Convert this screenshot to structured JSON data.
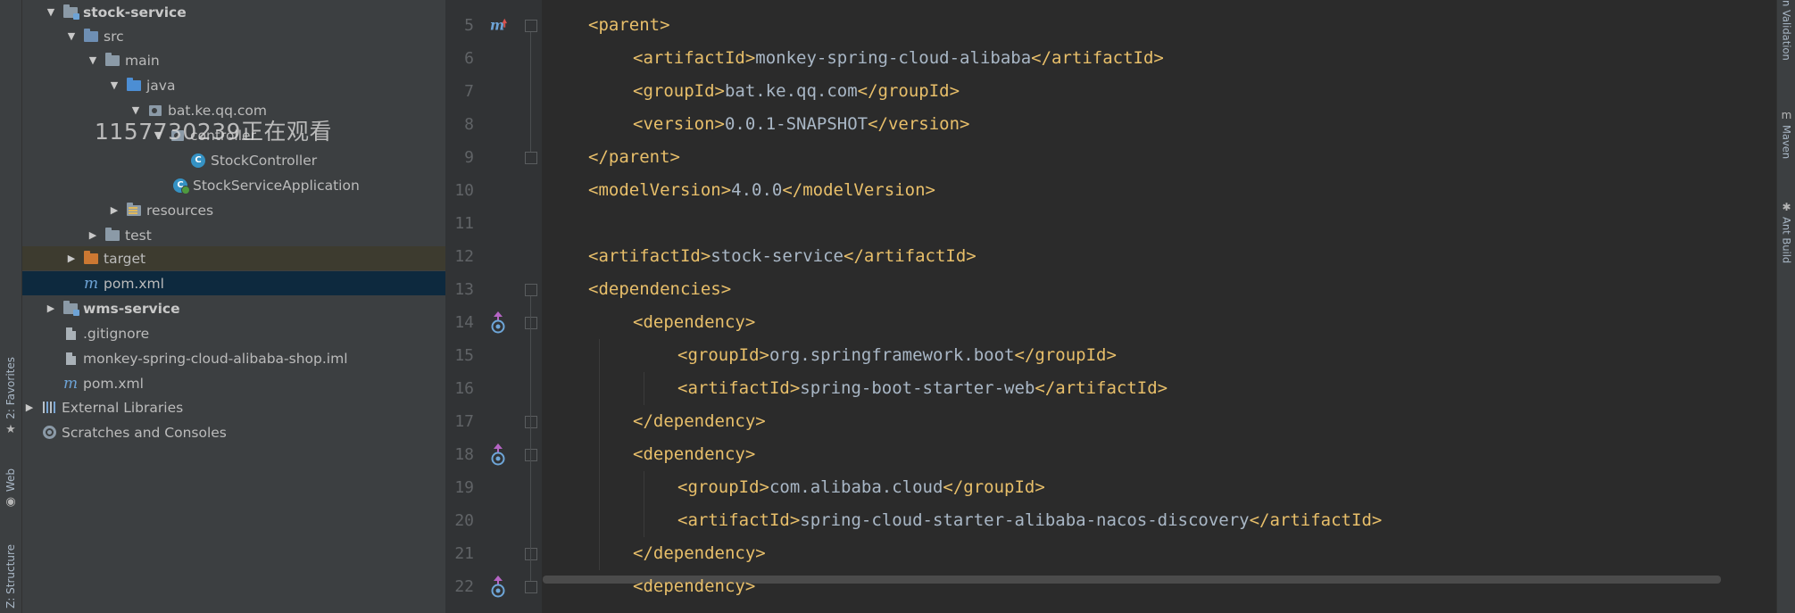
{
  "left_strip": {
    "tabs": [
      {
        "label": "2: Favorites",
        "icon": "star-icon"
      },
      {
        "label": "Web",
        "icon": "globe-icon"
      },
      {
        "label": "Z: Structure",
        "icon": "structure-icon"
      }
    ]
  },
  "right_strip": {
    "tabs": [
      {
        "label": "n Validation"
      },
      {
        "label": "Maven",
        "icon": "maven-icon"
      },
      {
        "label": "Ant Build",
        "icon": "ant-icon"
      }
    ]
  },
  "project_tree": {
    "items": [
      {
        "label": "stock-service",
        "bold": true,
        "icon": "module-folder-icon"
      },
      {
        "label": "src",
        "icon": "folder-icon"
      },
      {
        "label": "main",
        "icon": "folder-icon"
      },
      {
        "label": "java",
        "icon": "source-folder-icon"
      },
      {
        "label": "bat.ke.qq.com",
        "icon": "package-icon"
      },
      {
        "label": "controller",
        "icon": "package-icon"
      },
      {
        "label": "StockController",
        "icon": "class-icon"
      },
      {
        "label": "StockServiceApplication",
        "icon": "spring-boot-class-icon"
      },
      {
        "label": "resources",
        "icon": "resources-folder-icon"
      },
      {
        "label": "test",
        "icon": "folder-icon"
      },
      {
        "label": "target",
        "icon": "excluded-folder-icon"
      },
      {
        "label": "pom.xml",
        "icon": "maven-icon"
      },
      {
        "label": "wms-service",
        "bold": true,
        "icon": "module-folder-icon"
      },
      {
        "label": ".gitignore",
        "icon": "file-icon"
      },
      {
        "label": "monkey-spring-cloud-alibaba-shop.iml",
        "icon": "file-icon"
      },
      {
        "label": "pom.xml",
        "icon": "maven-icon"
      },
      {
        "label": "External Libraries",
        "icon": "library-icon"
      },
      {
        "label": "Scratches and Consoles",
        "icon": "scratches-icon"
      }
    ]
  },
  "watermark": "1157730239正在观看",
  "editor": {
    "line_numbers": [
      "5",
      "6",
      "7",
      "8",
      "9",
      "10",
      "11",
      "12",
      "13",
      "14",
      "15",
      "16",
      "17",
      "18",
      "19",
      "20",
      "21",
      "22"
    ],
    "lines": [
      {
        "open": "<parent>",
        "text": "",
        "close": ""
      },
      {
        "open": "<artifactId>",
        "text": "monkey-spring-cloud-alibaba",
        "close": "</artifactId>"
      },
      {
        "open": "<groupId>",
        "text": "bat.ke.qq.com",
        "close": "</groupId>"
      },
      {
        "open": "<version>",
        "text": "0.0.1-SNAPSHOT",
        "close": "</version>"
      },
      {
        "open": "</parent>",
        "text": "",
        "close": ""
      },
      {
        "open": "<modelVersion>",
        "text": "4.0.0",
        "close": "</modelVersion>"
      },
      {
        "open": "",
        "text": "",
        "close": ""
      },
      {
        "open": "<artifactId>",
        "text": "stock-service",
        "close": "</artifactId>"
      },
      {
        "open": "<dependencies>",
        "text": "",
        "close": ""
      },
      {
        "open": "<dependency>",
        "text": "",
        "close": ""
      },
      {
        "open": "<groupId>",
        "text": "org.springframework.boot",
        "close": "</groupId>"
      },
      {
        "open": "<artifactId>",
        "text": "spring-boot-starter-web",
        "close": "</artifactId>"
      },
      {
        "open": "</dependency>",
        "text": "",
        "close": ""
      },
      {
        "open": "<dependency>",
        "text": "",
        "close": ""
      },
      {
        "open": "<groupId>",
        "text": "com.alibaba.cloud",
        "close": "</groupId>"
      },
      {
        "open": "<artifactId>",
        "text": "spring-cloud-starter-alibaba-nacos-discovery",
        "close": "</artifactId>"
      },
      {
        "open": "</dependency>",
        "text": "",
        "close": ""
      },
      {
        "open": "<dependency>",
        "text": "",
        "close": ""
      }
    ]
  },
  "colors": {
    "tag": "#e8bf6a",
    "text": "#a9b7c6",
    "line_number": "#606366",
    "selection": "#0d293e"
  }
}
